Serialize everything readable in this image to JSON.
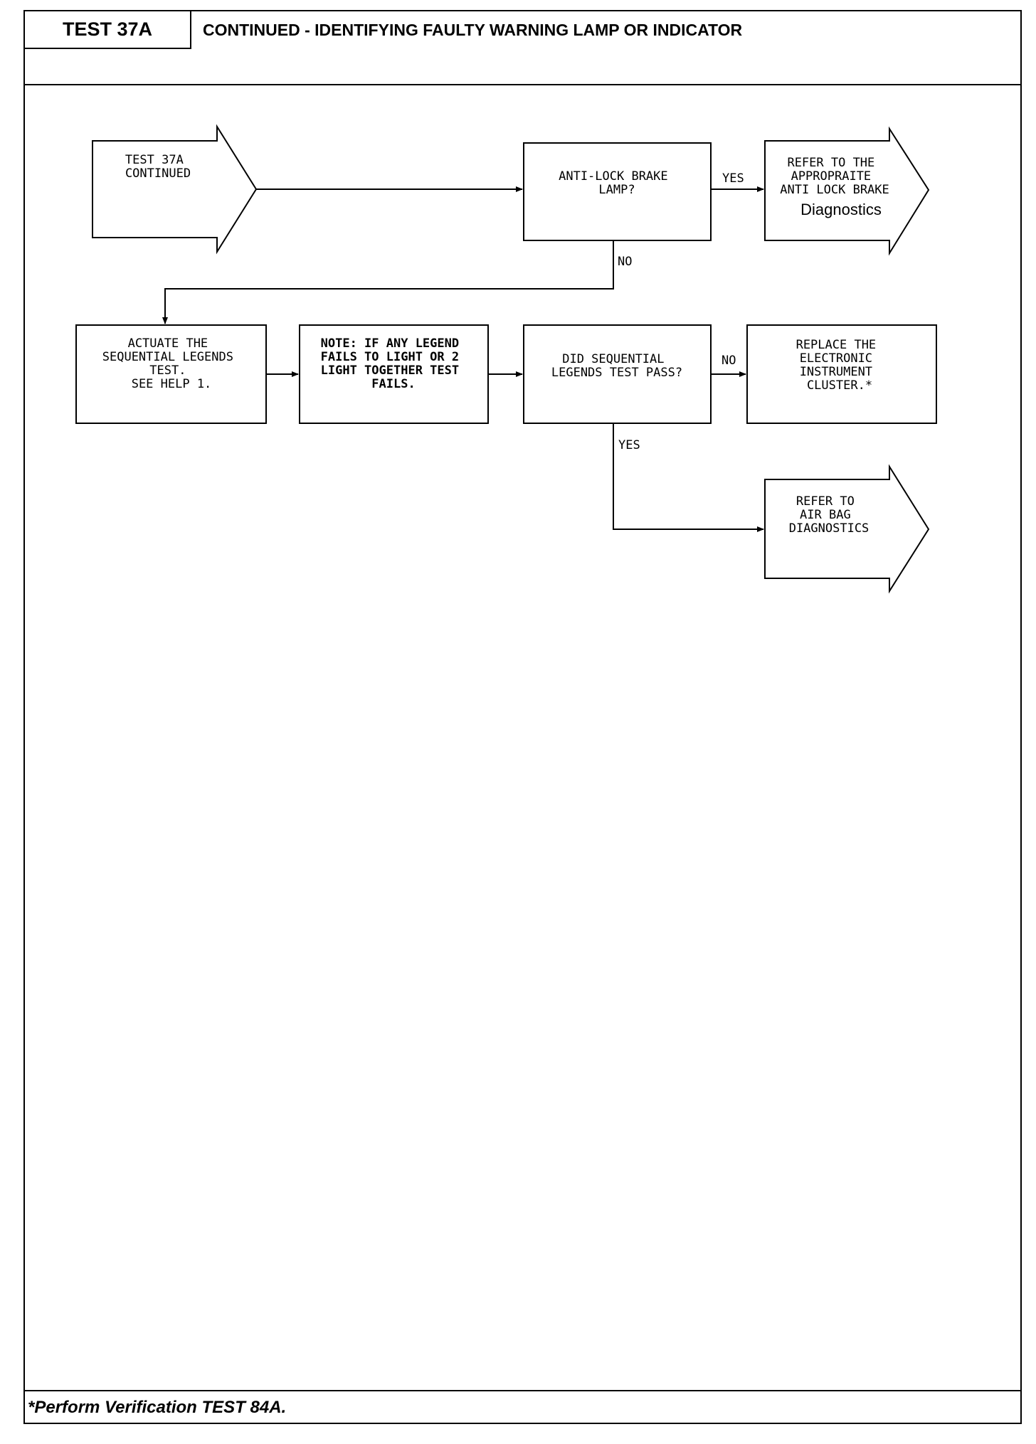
{
  "header": {
    "test_id": "TEST 37A",
    "title": "CONTINUED - IDENTIFYING FAULTY WARNING LAMP OR INDICATOR"
  },
  "nodes": {
    "start": {
      "lines": [
        "TEST 37A",
        "CONTINUED"
      ]
    },
    "abs_lamp": {
      "lines": [
        "ANTI-LOCK BRAKE",
        "LAMP?"
      ]
    },
    "refer_abs": {
      "lines": [
        "REFER TO THE",
        "APPROPRAITE",
        "ANTI LOCK BRAKE"
      ],
      "extra": "Diagnostics"
    },
    "actuate": {
      "lines": [
        "ACTUATE THE",
        "SEQUENTIAL LEGENDS",
        "TEST.",
        "SEE HELP 1."
      ]
    },
    "note": {
      "lines": [
        "NOTE: IF ANY LEGEND",
        "FAILS TO LIGHT OR 2",
        "LIGHT TOGETHER TEST",
        "FAILS."
      ]
    },
    "seq_pass": {
      "lines": [
        "DID SEQUENTIAL",
        "LEGENDS TEST PASS?"
      ]
    },
    "replace": {
      "lines": [
        "REPLACE THE",
        "ELECTRONIC",
        "INSTRUMENT",
        "CLUSTER.*"
      ]
    },
    "refer_airbag": {
      "lines": [
        "REFER TO",
        "AIR BAG",
        "DIAGNOSTICS"
      ]
    }
  },
  "edges": {
    "abs_yes": "YES",
    "abs_no": "NO",
    "seq_no": "NO",
    "seq_yes": "YES"
  },
  "footer": {
    "note": "*Perform Verification TEST 84A."
  }
}
